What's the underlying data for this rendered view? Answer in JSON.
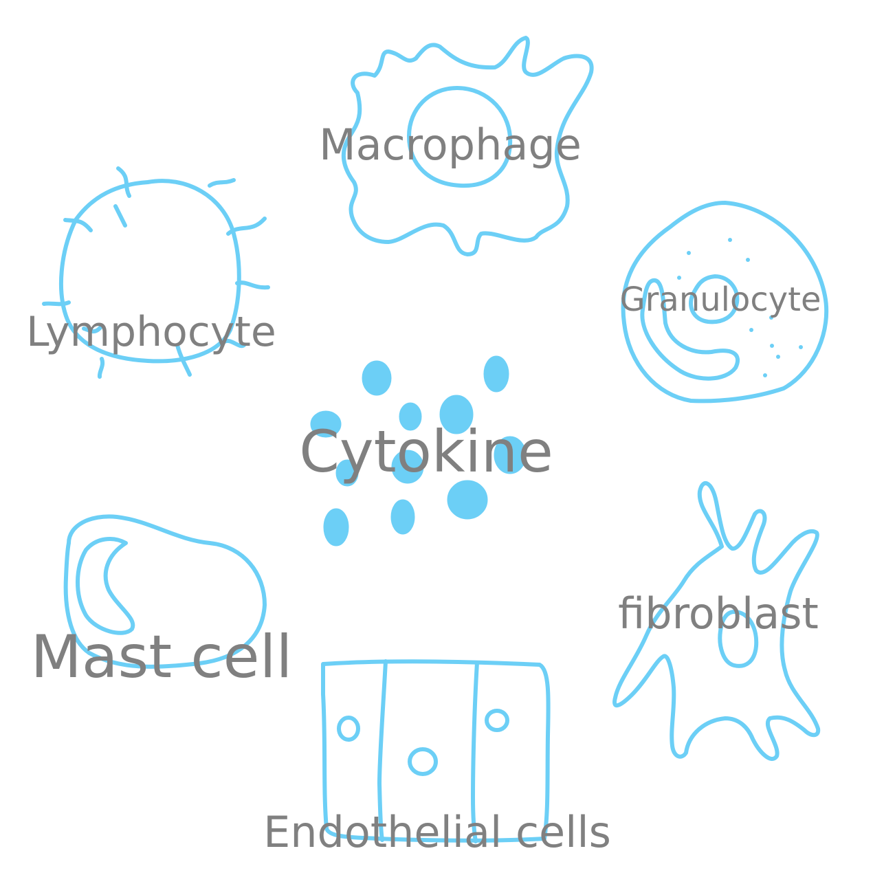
{
  "labels": {
    "macrophage": "Macrophage",
    "lymphocyte": "Lymphocyte",
    "granulocyte": "Granulocyte",
    "cytokine": "Cytokine",
    "mast_cell": "Mast cell",
    "fibroblast": "fibroblast",
    "endothelial": "Endothelial cells"
  },
  "colors": {
    "cell_outline": "#6ccff6",
    "label_text": "#808080",
    "background": "#ffffff"
  }
}
